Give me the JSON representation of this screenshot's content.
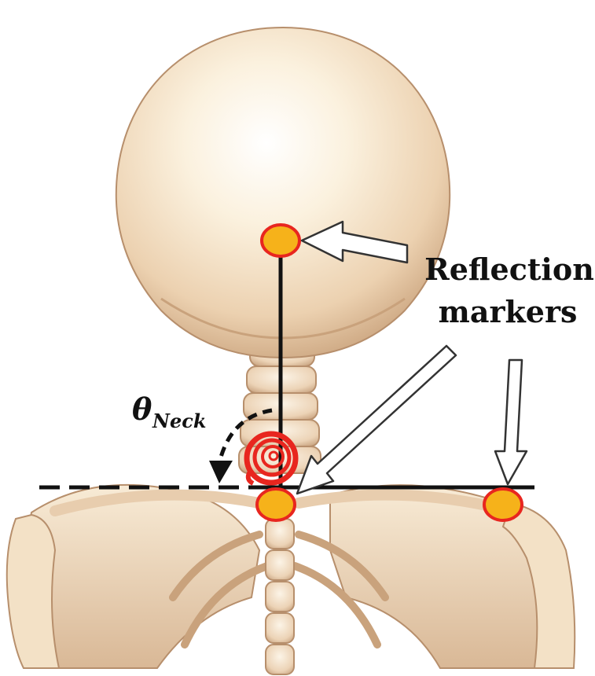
{
  "labels": {
    "reflection_markers_line1": "Reflection",
    "reflection_markers_line2": "markers",
    "theta_symbol": "θ",
    "theta_subscript": "Neck"
  },
  "colors": {
    "bone_light": "#fbf3e4",
    "bone_mid": "#edd3b4",
    "bone_dark": "#c7a07c",
    "marker_fill": "#f6b21a",
    "marker_stroke": "#e8261f",
    "spring": "#e8261f",
    "line": "#111111"
  },
  "icons": {
    "skull": "skull-illustration",
    "spine": "cervical-spine-illustration",
    "shoulders": "shoulder-girdle-illustration",
    "spring": "torsion-spring-icon",
    "marker": "reflection-marker-icon",
    "arrow": "hollow-arrow-icon"
  }
}
